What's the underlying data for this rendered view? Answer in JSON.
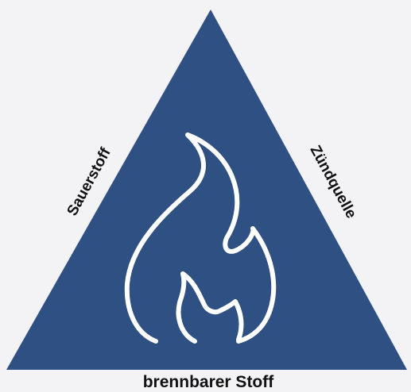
{
  "colors": {
    "background": "#f3f3f6",
    "triangle_fill": "#2f5083",
    "flame_stroke": "#ffffff",
    "label_text": "#111111"
  },
  "labels": {
    "left_side": "Sauerstoff",
    "right_side": "Zündquelle",
    "bottom": "brennbarer Stoff"
  },
  "icons": {
    "center": "fire-icon"
  }
}
